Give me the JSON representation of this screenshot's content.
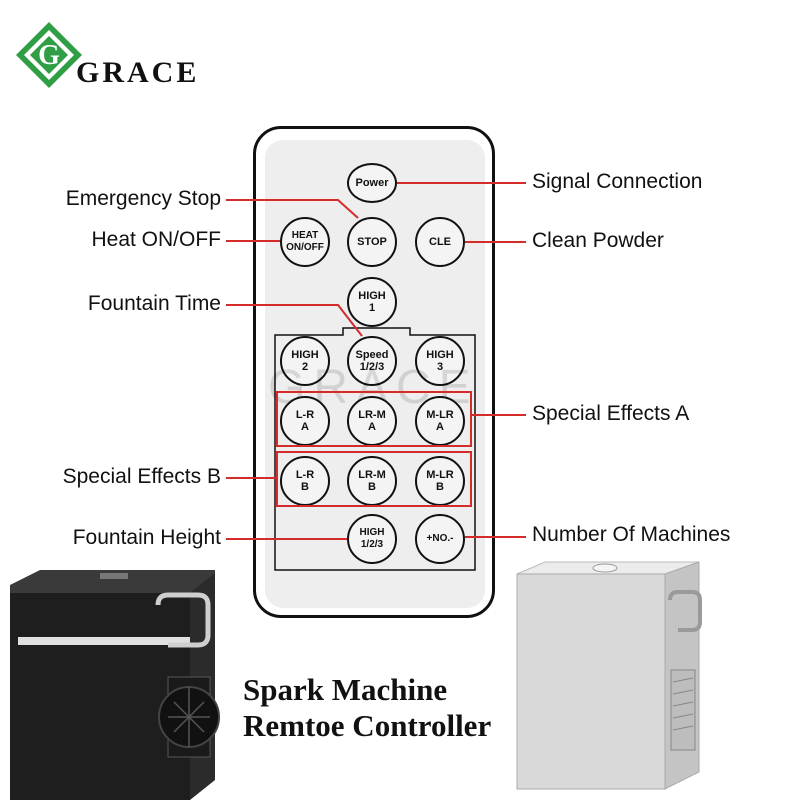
{
  "brand": {
    "name": "GRACE",
    "logo_letter": "G",
    "color": "#2f9e44"
  },
  "watermark": "GRACE",
  "remote": {
    "buttons": [
      {
        "id": "power",
        "label": "Power"
      },
      {
        "id": "stop",
        "label": "STOP"
      },
      {
        "id": "heat",
        "label": "HEAT\nON/OFF"
      },
      {
        "id": "cle",
        "label": "CLE"
      },
      {
        "id": "high1",
        "label": "HIGH\n1"
      },
      {
        "id": "high2",
        "label": "HIGH\n2"
      },
      {
        "id": "speed",
        "label": "Speed\n1/2/3"
      },
      {
        "id": "high3",
        "label": "HIGH\n3"
      },
      {
        "id": "lr_a",
        "label": "L-R\nA"
      },
      {
        "id": "lrm_a",
        "label": "LR-M\nA"
      },
      {
        "id": "mlr_a",
        "label": "M-LR\nA"
      },
      {
        "id": "lr_b",
        "label": "L-R\nB"
      },
      {
        "id": "lrm_b",
        "label": "LR-M\nB"
      },
      {
        "id": "mlr_b",
        "label": "M-LR\nB"
      },
      {
        "id": "high123",
        "label": "HIGH\n1/2/3"
      },
      {
        "id": "no",
        "label": "+NO.-"
      }
    ]
  },
  "callouts": {
    "emergency_stop": "Emergency Stop",
    "heat_on_off": "Heat ON/OFF",
    "fountain_time": "Fountain Time",
    "special_effects_b": "Special Effects B",
    "fountain_height": "Fountain Height",
    "signal_connection": "Signal Connection",
    "clean_powder": "Clean Powder",
    "special_effects_a": "Special Effects A",
    "number_of_machines": "Number Of Machines"
  },
  "headline": {
    "line1": "Spark Machine",
    "line2": "Remtoe Controller"
  },
  "colors": {
    "highlight_box": "#d62b2b",
    "machine_dark": "#1e1e1e",
    "machine_light": "#d9d9d9"
  }
}
